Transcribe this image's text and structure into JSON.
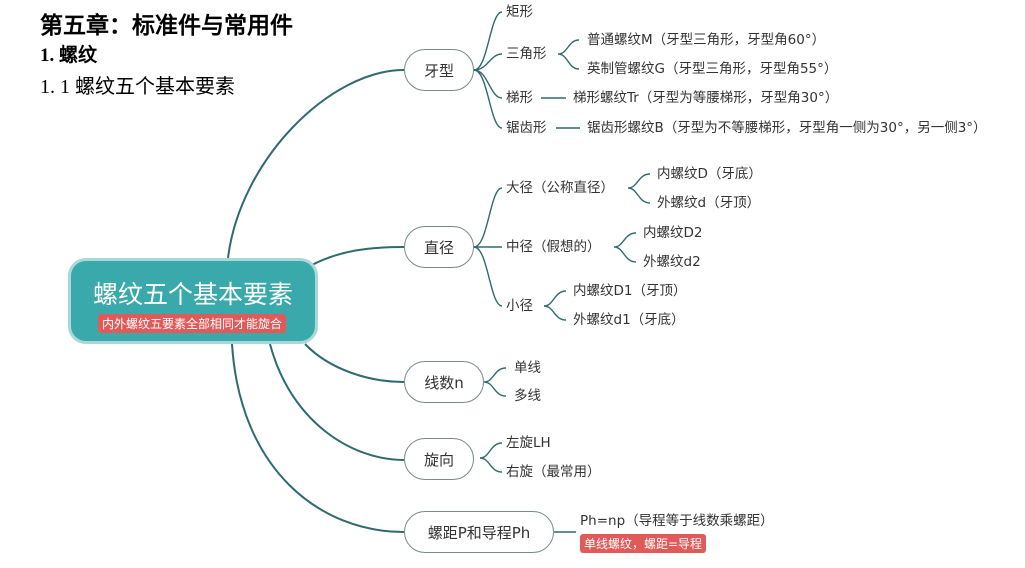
{
  "heading": {
    "chapter": "第五章：标准件与常用件",
    "section": "1. 螺纹",
    "subsection": "1. 1 螺纹五个基本要素"
  },
  "central": {
    "title": "螺纹五个基本要素",
    "tag": "内外螺纹五要素全部相同才能旋合"
  },
  "branches": {
    "profile": {
      "label": "牙型",
      "rect": "矩形",
      "triangle": "三角形",
      "tri_m": "普通螺纹M（牙型三角形，牙型角60°）",
      "tri_g": "英制管螺纹G（牙型三角形，牙型角55°）",
      "trapezoid": "梯形",
      "trap_tr": "梯形螺纹Tr（牙型为等腰梯形，牙型角30°）",
      "sawtooth": "锯齿形",
      "saw_b": "锯齿形螺纹B（牙型为不等腰梯形，牙型角一侧为30°，另一侧3°）"
    },
    "diameter": {
      "label": "直径",
      "major": "大径（公称直径）",
      "major_in": "内螺纹D（牙底）",
      "major_out": "外螺纹d（牙顶）",
      "pitch": "中径（假想的）",
      "pitch_in": "内螺纹D2",
      "pitch_out": "外螺纹d2",
      "minor": "小径",
      "minor_in": "内螺纹D1（牙顶）",
      "minor_out": "外螺纹d1（牙底）"
    },
    "lines": {
      "label": "线数n",
      "single": "单线",
      "multi": "多线"
    },
    "direction": {
      "label": "旋向",
      "left": "左旋LH",
      "right": "右旋（最常用）"
    },
    "pitch_lead": {
      "label": "螺距P和导程Ph",
      "formula": "Ph=np（导程等于线数乘螺距）",
      "tag": "单线螺纹，螺距=导程"
    }
  },
  "colors": {
    "central_fill": "#3aa9ab",
    "central_border": "#a8d8d8",
    "tag_red": "#e05a5a",
    "link": "#2f6b6e"
  }
}
